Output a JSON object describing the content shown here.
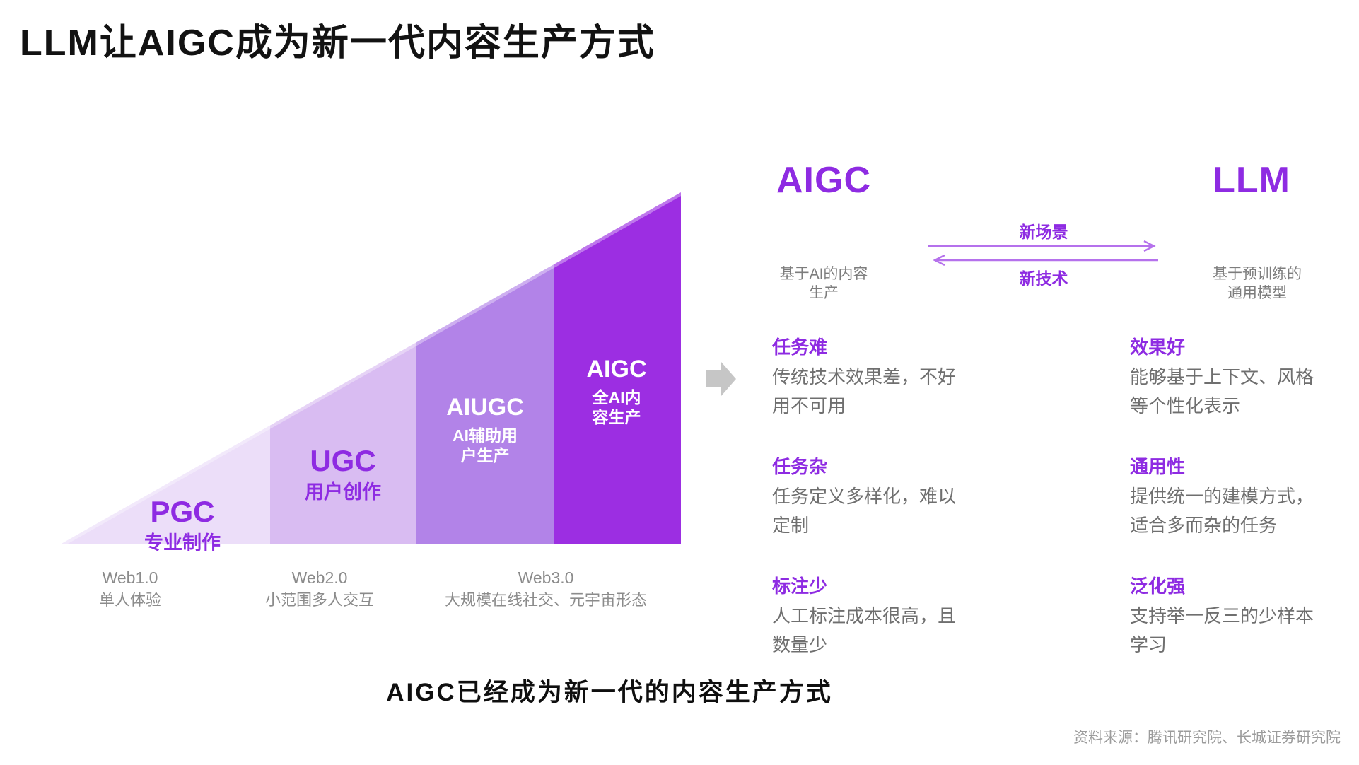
{
  "slide": {
    "title": "LLM让AIGC成为新一代内容生产方式",
    "caption": "AIGC已经成为新一代的内容生产方式",
    "source": "资料来源：腾讯研究院、长城证券研究院"
  },
  "triangle": {
    "stages": [
      {
        "abbr": "PGC",
        "lines": [
          "专业制作"
        ],
        "color": "#ecdef9",
        "text_color": "#8e2be2"
      },
      {
        "abbr": "UGC",
        "lines": [
          "用户创作"
        ],
        "color": "#d9bcf2",
        "text_color": "#8e2be2"
      },
      {
        "abbr": "AIUGC",
        "lines": [
          "AI辅助用",
          "户生产"
        ],
        "color": "#b283e8",
        "text_color": "#ffffff"
      },
      {
        "abbr": "AIGC",
        "lines": [
          "全AI内",
          "容生产"
        ],
        "color": "#9c2ee2",
        "text_color": "#ffffff"
      }
    ],
    "eras": [
      {
        "name": "Web1.0",
        "desc": "单人体验"
      },
      {
        "name": "Web2.0",
        "desc": "小范围多人交互"
      },
      {
        "name": "Web3.0",
        "desc": "大规模在线社交、元宇宙形态"
      }
    ]
  },
  "comparison": {
    "aigc": {
      "title": "AIGC",
      "sub_line1": "基于AI的内容",
      "sub_line2": "生产"
    },
    "llm": {
      "title": "LLM",
      "sub_line1": "基于预训练的",
      "sub_line2": "通用模型"
    },
    "arrow_right_label": "新场景",
    "arrow_left_label": "新技术",
    "aigc_points": [
      {
        "heading": "任务难",
        "desc": "传统技术效果差，不好用不可用"
      },
      {
        "heading": "任务杂",
        "desc": "任务定义多样化，难以定制"
      },
      {
        "heading": "标注少",
        "desc": "人工标注成本很高，且数量少"
      }
    ],
    "llm_points": [
      {
        "heading": "效果好",
        "desc": "能够基于上下文、风格等个性化表示"
      },
      {
        "heading": "通用性",
        "desc": "提供统一的建模方式，适合多而杂的任务"
      },
      {
        "heading": "泛化强",
        "desc": "支持举一反三的少样本学习"
      }
    ]
  },
  "colors": {
    "accent": "#8e2be2",
    "flow_arrow": "#b571ec",
    "block_arrow": "#c6c6c6"
  }
}
